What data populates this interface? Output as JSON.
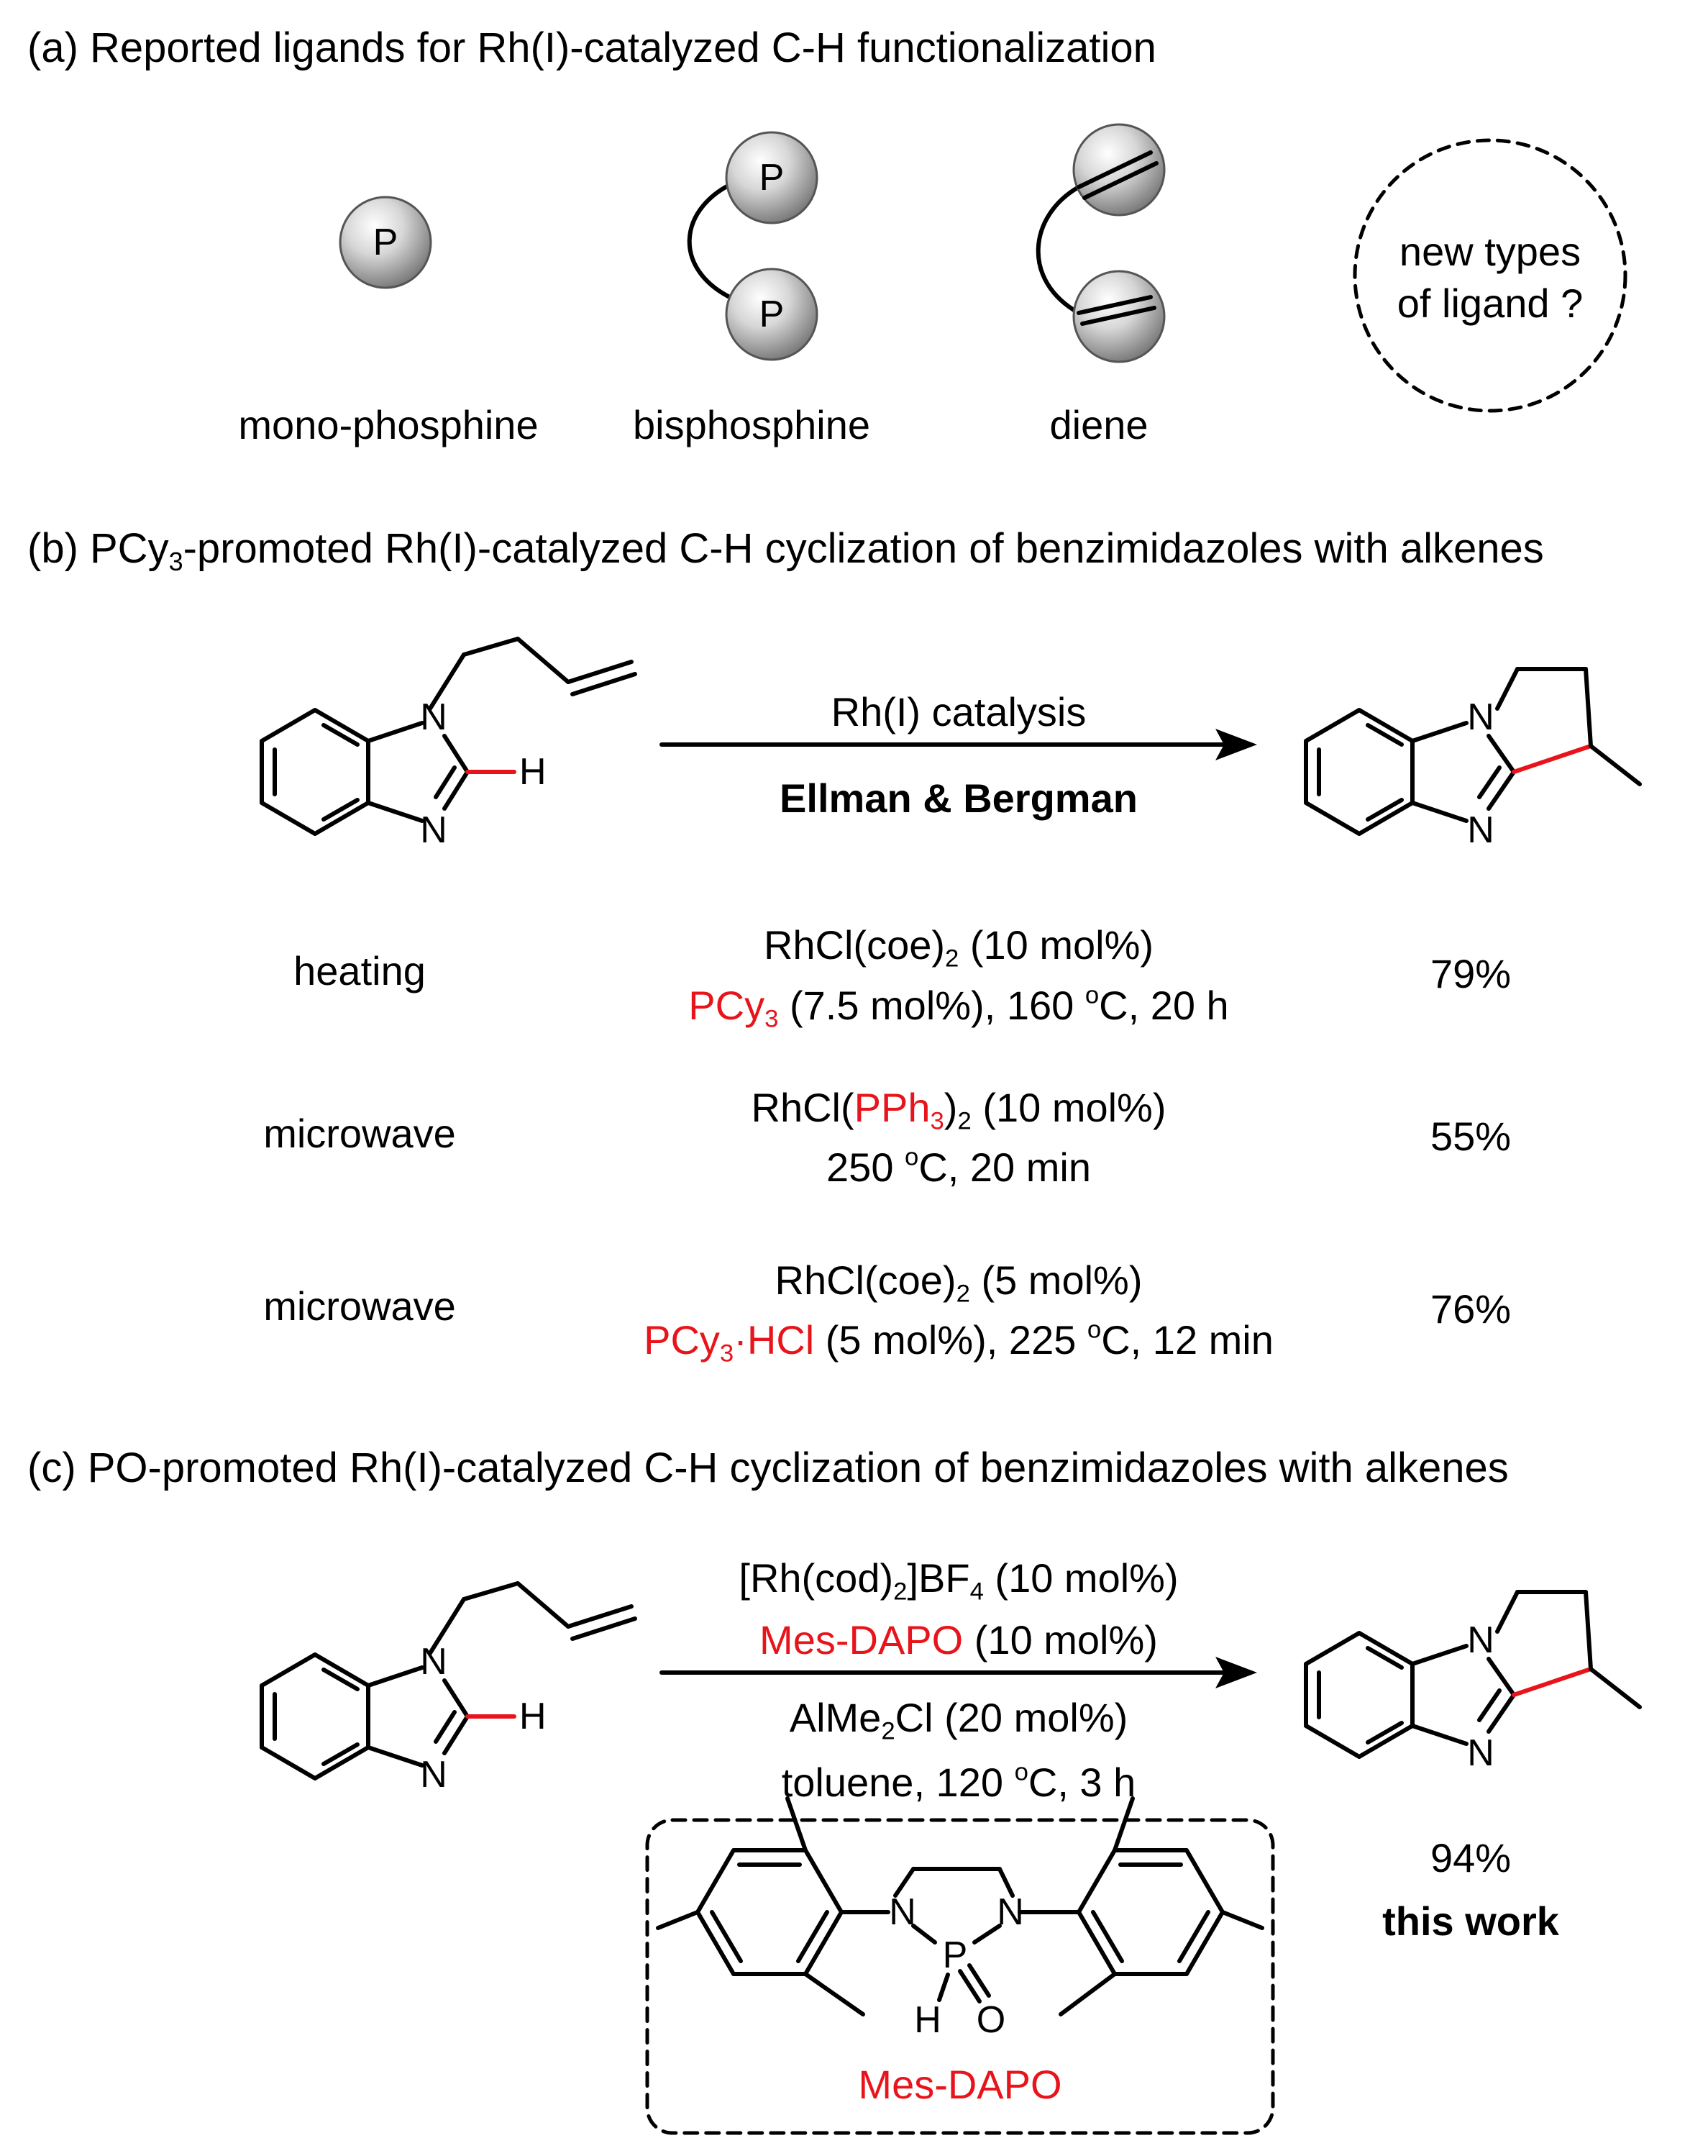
{
  "section_a": {
    "heading": "(a) Reported ligands for Rh(I)-catalyzed C-H functionalization",
    "atom_p": "P",
    "labels": {
      "mono": "mono-phosphine",
      "bis": "bisphosphine",
      "diene": "diene",
      "new_line1": "new types",
      "new_line2": "of ligand ?"
    }
  },
  "section_b": {
    "heading_pre": "(b) PCy",
    "heading_sub": "3",
    "heading_post": "-promoted Rh(I)-catalyzed C-H cyclization of benzimidazoles with alkenes",
    "arrow_top": "Rh(I) catalysis",
    "arrow_bottom": "Ellman & Bergman",
    "atoms": {
      "N": "N",
      "H": "H"
    },
    "rows": [
      {
        "method": "heating",
        "line1_a": "RhCl(coe)",
        "line1_sub": "2",
        "line1_b": " (10 mol%)",
        "line2_red": "PCy",
        "line2_red_sub": "3",
        "line2_a": " (7.5 mol%), 160 ",
        "line2_sup": "o",
        "line2_b": "C, 20 h",
        "yield": "79%"
      },
      {
        "method": "microwave",
        "line1_a": "RhCl(",
        "line1_red": "PPh",
        "line1_red_sub": "3",
        "line1_b": ")",
        "line1_sub": "2",
        "line1_c": " (10 mol%)",
        "line2_a": "250 ",
        "line2_sup": "o",
        "line2_b": "C, 20 min",
        "yield": "55%"
      },
      {
        "method": "microwave",
        "line1_a": "RhCl(coe)",
        "line1_sub": "2",
        "line1_b": " (5 mol%)",
        "line2_red": "PCy",
        "line2_red_sub": "3",
        "line2_red_dot": "·HCl",
        "line2_a": " (5 mol%), 225 ",
        "line2_sup": "o",
        "line2_b": "C, 12 min",
        "yield": "76%"
      }
    ]
  },
  "section_c": {
    "heading": "(c) PO-promoted Rh(I)-catalyzed C-H cyclization of benzimidazoles with alkenes",
    "cond1_a": "[Rh(cod)",
    "cond1_sub": "2",
    "cond1_b": "]BF",
    "cond1_sub2": "4",
    "cond1_c": " (10 mol%)",
    "cond2_red": "Mes-DAPO",
    "cond2_b": " (10 mol%)",
    "cond3_a": "AlMe",
    "cond3_sub": "2",
    "cond3_b": "Cl (20 mol%)",
    "cond4_a": "toluene, 120 ",
    "cond4_sup": "o",
    "cond4_b": "C, 3 h",
    "ligand_name": "Mes-DAPO",
    "atoms": {
      "N": "N",
      "H": "H",
      "P": "P",
      "O": "O"
    },
    "yield": "94%",
    "this_work": "this work"
  },
  "colors": {
    "highlight": "#e8141b",
    "sphere_light": "#f4f4f4",
    "sphere_dark": "#7a7a7a"
  }
}
